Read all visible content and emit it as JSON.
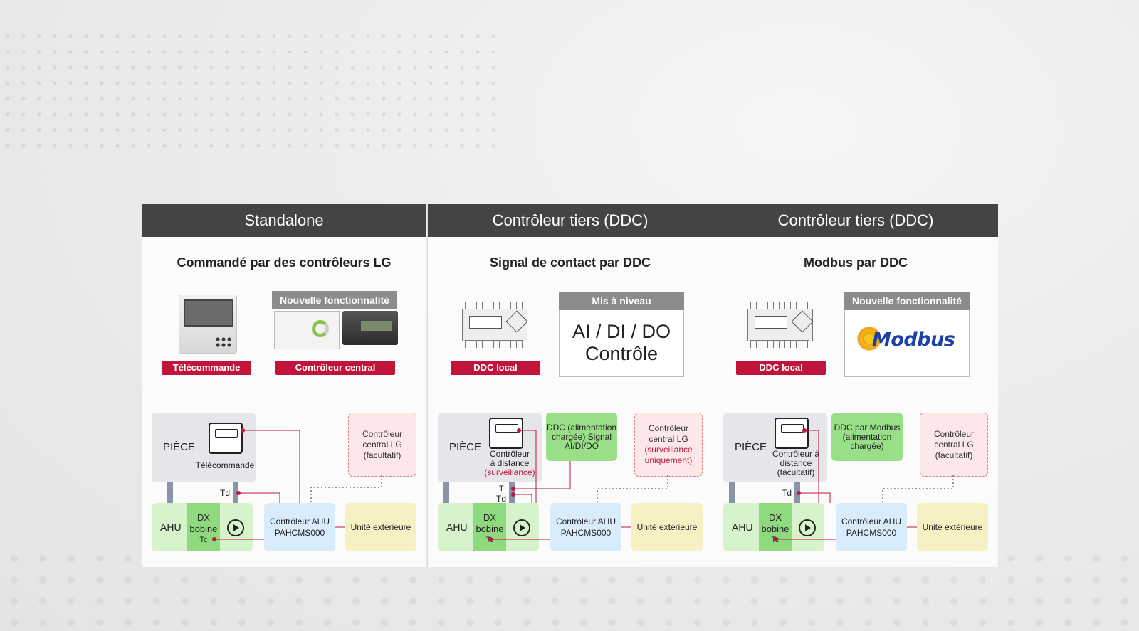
{
  "panels": [
    {
      "header": "Standalone",
      "subtitle": "Commandé par des contrôleurs LG",
      "badge_left": "Télécommande",
      "tag_right": "Nouvelle fonctionnalité",
      "badge_right": "Contrôleur central",
      "room_label": "PIÈCE",
      "room_device_label": "Télécommande",
      "lg_central": "Contrôleur central LG (facultatif)",
      "ahu_label": "AHU",
      "coil_line1": "DX",
      "coil_line2": "bobine",
      "temp_d": "Td",
      "temp_c": "Tc",
      "ahu_controller": "Contrôleur AHU PAHCMS000",
      "outdoor_unit": "Unité extérieure"
    },
    {
      "header": "Contrôleur tiers (DDC)",
      "subtitle": "Signal de contact par DDC",
      "badge_left": "DDC local",
      "tag_right": "Mis à niveau",
      "box_line1": "AI / DI / DO",
      "box_line2": "Contrôle",
      "room_label": "PIÈCE",
      "room_device_line1": "Contrôleur",
      "room_device_line2": "à distance",
      "room_device_line3": "(surveillance)",
      "ddc_box": "DDC (alimentation chargée) Signal AI/DI/DO",
      "lg_central_line1": "Contrôleur central LG",
      "lg_central_line2": "(surveillance uniquement)",
      "ahu_label": "AHU",
      "coil_line1": "DX",
      "coil_line2": "bobine",
      "temp_t": "T",
      "temp_d": "Td",
      "temp_c": "Tc",
      "ahu_controller": "Contrôleur AHU PAHCMS000",
      "outdoor_unit": "Unité extérieure"
    },
    {
      "header": "Contrôleur tiers (DDC)",
      "subtitle": "Modbus par DDC",
      "badge_left": "DDC local",
      "tag_right": "Nouvelle fonctionnalité",
      "logo_text": "Modbus",
      "room_label": "PIÈCE",
      "room_device": "Contrôleur à distance (facultatif)",
      "ddc_box": "DDC par Modbus (alimentation chargée)",
      "lg_central": "Contrôleur central LG (facultatif)",
      "ahu_label": "AHU",
      "coil_line1": "DX",
      "coil_line2": "bobine",
      "temp_d": "Td",
      "temp_c": "Tc",
      "ahu_controller": "Contrôleur AHU PAHCMS000",
      "outdoor_unit": "Unité extérieure"
    }
  ],
  "colors": {
    "header_bg": "#444447",
    "badge_red": "#c0143c",
    "tag_gray": "#8c8c8c",
    "room": "#e6e6ea",
    "ahu": "#d6f3cc",
    "coil": "#8fd97f",
    "controller": "#d8ecfb",
    "outdoor": "#f6f0c2",
    "lg_central": "#fce8e8",
    "ddc_green": "#98df88",
    "wire": "#c0143c"
  }
}
